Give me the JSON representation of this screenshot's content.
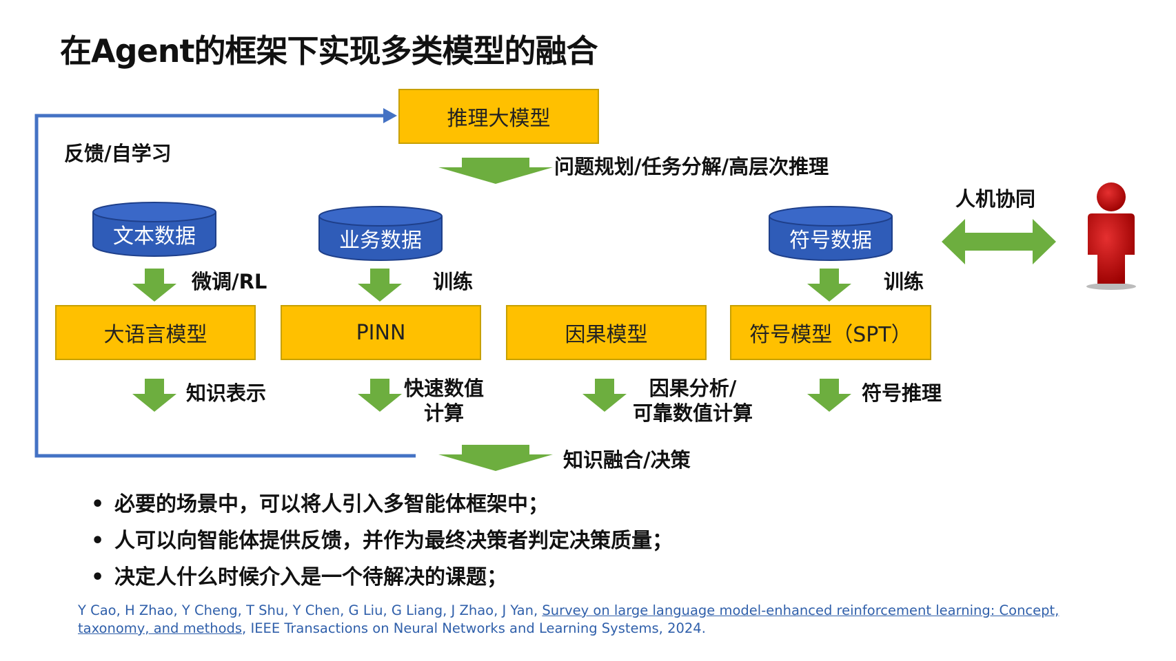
{
  "title": "在Agent的框架下实现多类模型的融合",
  "colors": {
    "box_fill": "#FFC000",
    "cylinder_fill": "#2F5CB8",
    "arrow_green": "#6DAE3F",
    "feedback_line": "#4472C4",
    "person_red": "#C00000",
    "reference_text": "#2F5FAA"
  },
  "diagram": {
    "top_box": "推理大模型",
    "feedback_label": "反馈/自学习",
    "top_arrow_label": "问题规划/任务分解/高层次推理",
    "human_label": "人机协同",
    "person_icon": "person-icon",
    "databases": [
      "文本数据",
      "业务数据",
      "符号数据"
    ],
    "train_labels": [
      "微调/RL",
      "训练",
      "训练"
    ],
    "models": [
      "大语言模型",
      "PINN",
      "因果模型",
      "符号模型（SPT）"
    ],
    "outputs": [
      "知识表示",
      "快速数值\n计算",
      "因果分析/\n可靠数值计算",
      "符号推理"
    ],
    "bottom_label": "知识融合/决策"
  },
  "bullets": [
    "必要的场景中，可以将人引入多智能体框架中；",
    "人可以向智能体提供反馈，并作为最终决策者判定决策质量；",
    "决定人什么时候介入是一个待解决的课题；"
  ],
  "reference": {
    "authors": "Y Cao, H Zhao, Y Cheng, T Shu, Y Chen, G Liu, G Liang, J Zhao, J Yan, ",
    "paper_title": "Survey on large language model-enhanced reinforcement learning: Concept, taxonomy, and methods",
    "venue": ", IEEE Transactions on Neural Networks and Learning Systems, 2024."
  }
}
